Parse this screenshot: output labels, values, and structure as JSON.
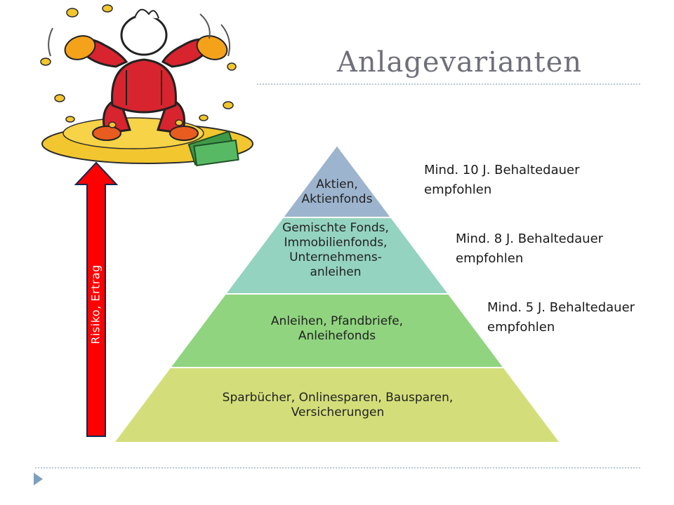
{
  "title": "Anlagevarianten",
  "axis_label": "Risiko, Ertrag",
  "pyramid_layers": [
    {
      "label": "Aktien,\nAktienfonds",
      "color": "#9db4ce"
    },
    {
      "label": "Gemischte Fonds,\nImmobilienfonds,\nUnternehmens-\nanleihen",
      "color": "#94d3bf"
    },
    {
      "label": "Anleihen, Pfandbriefe,\nAnleihefonds",
      "color": "#90d47f"
    },
    {
      "label": "Sparbücher, Onlinesparen, Bausparen,\nVersicherungen",
      "color": "#d3de7a"
    }
  ],
  "notes": [
    "Mind. 10 J. Behaltedauer\nempfohlen",
    "Mind. 8 J. Behaltedauer\nempfohlen",
    "Mind. 5 J. Behaltedauer\nempfohlen"
  ],
  "colors": {
    "arrow": "#ff0000",
    "title": "#6f6f7a",
    "rule": "#b7c9d6"
  }
}
